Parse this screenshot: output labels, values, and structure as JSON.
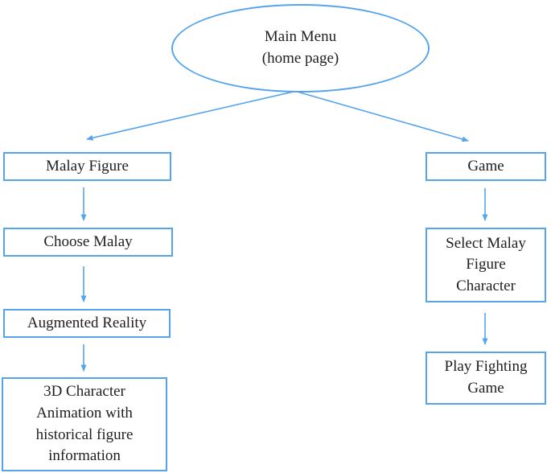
{
  "colors": {
    "accent": "#55a4ec",
    "text": "#1f1f1f",
    "background": "#ffffff"
  },
  "flowchart": {
    "root": {
      "label": "Main Menu\n(home page)"
    },
    "left_branch": {
      "malay_figure": "Malay Figure",
      "choose_malay": "Choose Malay",
      "augmented_reality": "Augmented Reality",
      "character_info": "3D Character\nAnimation with\nhistorical figure\ninformation"
    },
    "right_branch": {
      "game": "Game",
      "select_character": "Select Malay\nFigure\nCharacter",
      "play_game": "Play Fighting\nGame"
    }
  }
}
